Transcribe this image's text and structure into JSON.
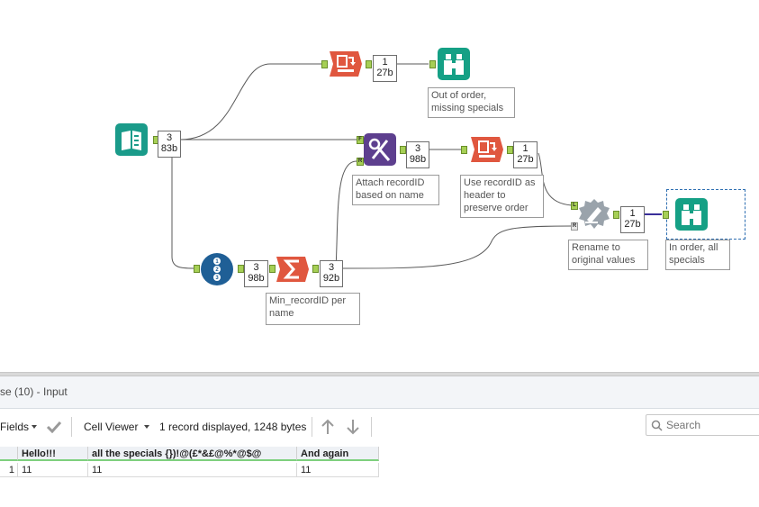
{
  "canvas": {
    "input_tool": {
      "icon": "book-icon",
      "records": "3",
      "size": "83b"
    },
    "sample_tool": {
      "icon": "sample-icon",
      "records": "1",
      "size": "27b"
    },
    "browse_top": {
      "icon": "binoculars-icon",
      "annotation_line1": "Out of order,",
      "annotation_line2": "missing specials"
    },
    "join_tool": {
      "icon": "join-icon",
      "port_f": "F",
      "port_r": "R",
      "records": "3",
      "size": "98b",
      "annotation_line1": "Attach recordID",
      "annotation_line2": "based on name"
    },
    "dynamic_rename_top": {
      "icon": "dynamic-rename-icon",
      "records": "1",
      "size": "27b",
      "annotation_line1": "Use recordID as",
      "annotation_line2": "header to",
      "annotation_line3": "preserve order"
    },
    "rename_tool": {
      "icon": "rename-icon",
      "port_l": "L",
      "port_r": "R",
      "records": "1",
      "size": "27b",
      "annotation_line1": "Rename to",
      "annotation_line2": "original values"
    },
    "browse_bottom": {
      "icon": "binoculars-icon",
      "annotation_line1": "In order, all",
      "annotation_line2": "specials"
    },
    "record_id_tool": {
      "icon": "record-id-icon",
      "records": "3",
      "size": "98b"
    },
    "summarize_tool": {
      "icon": "sigma-icon",
      "records": "3",
      "size": "92b",
      "annotation_line1": "Min_recordID per",
      "annotation_line2": "name"
    }
  },
  "results": {
    "title": "se (10) - Input",
    "toolbar": {
      "fields_label": "Fields",
      "cell_viewer_label": "Cell Viewer",
      "records_status": "1 record displayed, 1248 bytes",
      "search_placeholder": "Search"
    },
    "columns": [
      "Hello!!!",
      "all the specials {})!@(£*&£@%*@$@",
      "And again"
    ],
    "rows": [
      {
        "index": "1",
        "cells": [
          "11",
          "11",
          "11"
        ]
      }
    ]
  },
  "colors": {
    "input_green": "#1a9b8a",
    "browse_green": "#15a085",
    "dynamic_red": "#e0573f",
    "join_purple": "#5d3f8e",
    "record_id_blue": "#1f5f96",
    "rename_grey": "#9aa3ab",
    "wire": "#5a5a5a",
    "wire_selected": "#3a2f9a",
    "port_green": "#a6cf55"
  }
}
